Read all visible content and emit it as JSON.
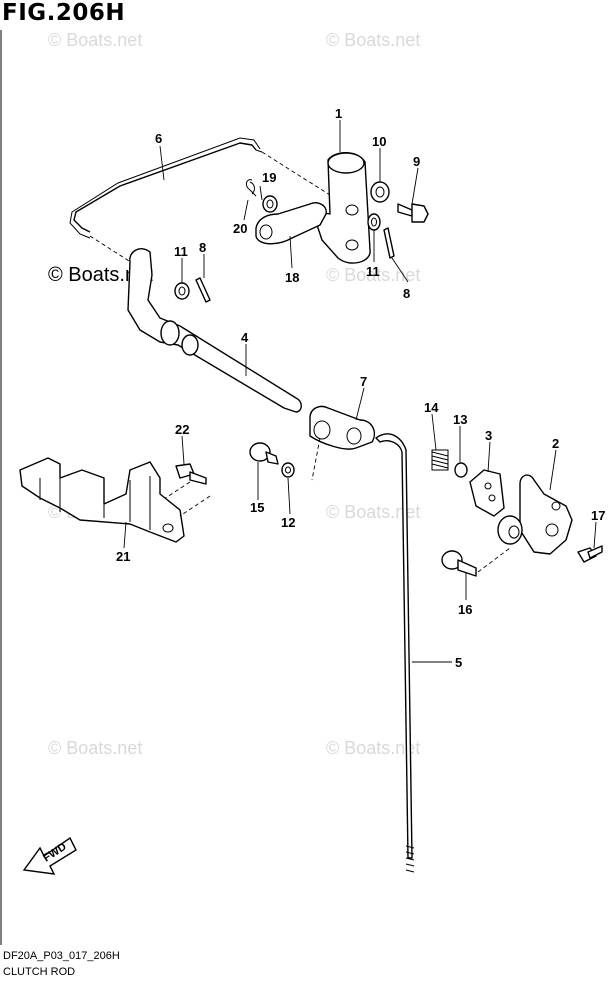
{
  "figure": {
    "title": "FIG.206H",
    "code": "DF20A_P03_017_206H",
    "name": "CLUTCH ROD"
  },
  "watermark": {
    "text": "© Boats.net",
    "dark_text": "© Boats.net"
  },
  "callouts": {
    "p1": "1",
    "p2": "2",
    "p3": "3",
    "p4": "4",
    "p5": "5",
    "p6": "6",
    "p7": "7",
    "p8a": "8",
    "p8b": "8",
    "p9": "9",
    "p10": "10",
    "p11a": "11",
    "p11b": "11",
    "p12": "12",
    "p13": "13",
    "p14": "14",
    "p15": "15",
    "p16": "16",
    "p17": "17",
    "p18": "18",
    "p19": "19",
    "p20": "20",
    "p21": "21",
    "p22": "22"
  },
  "fwd_label": "FWD"
}
